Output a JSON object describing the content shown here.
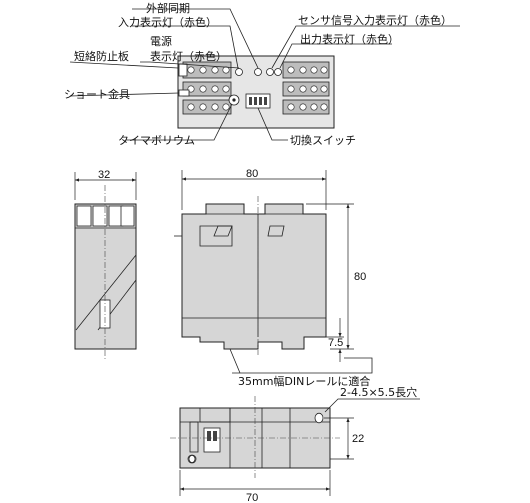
{
  "labels": {
    "external_sync": "外部同期",
    "input_lamp": "入力表示灯（赤色）",
    "sensor_lamp": "センサ信号入力表示灯（赤色）",
    "power_line1": "電源",
    "power_line2": "表示灯（赤色）",
    "output_lamp": "出力表示灯（赤色）",
    "short_plate": "短絡防止板",
    "short_bar": "ショート金具",
    "timer_volume": "タイマボリウム",
    "switch": "切換スイッチ",
    "din_rail": "35mm幅DINレールに適合",
    "holes": "2-4.5×5.5長穴"
  },
  "dimensions": {
    "side_width": "32",
    "front_width": "80",
    "front_height": "80",
    "rail_offset": "7.5",
    "bottom_width": "70",
    "hole_pitch": "22"
  },
  "colors": {
    "body": "#d6d6d6",
    "background": "#ffffff",
    "line": "#222222"
  }
}
